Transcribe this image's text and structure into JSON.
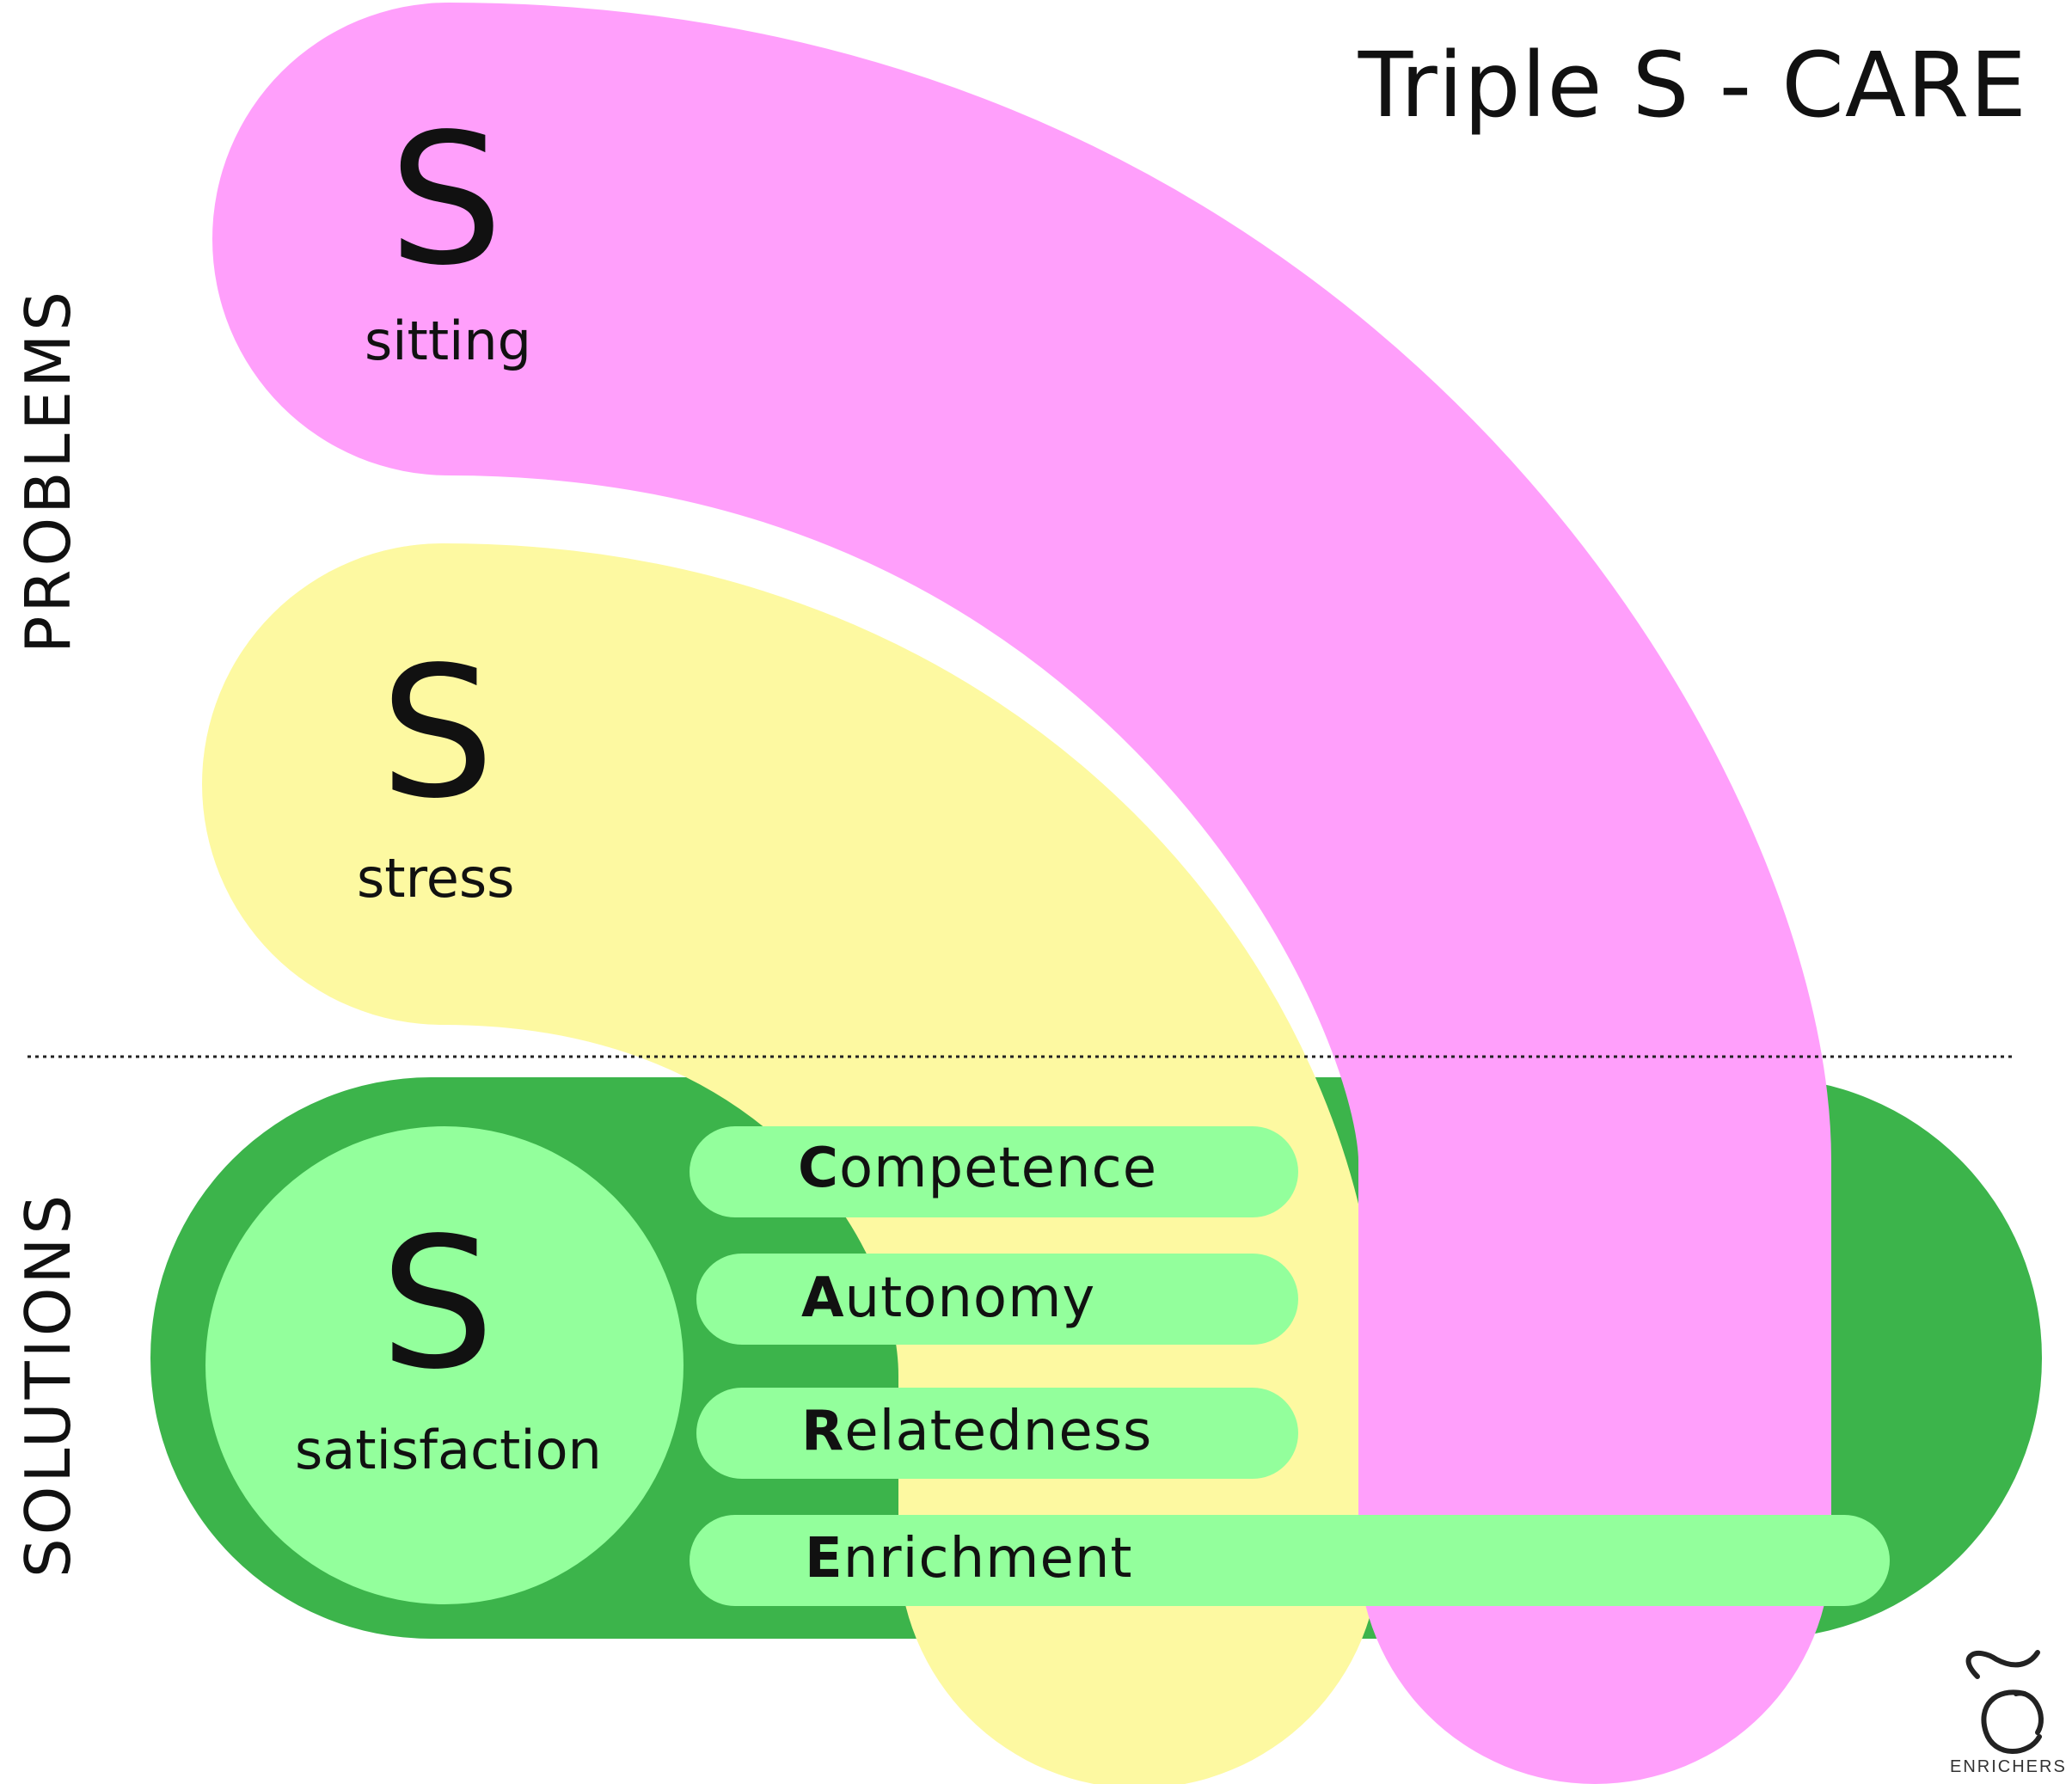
{
  "title": "Triple S - CARE",
  "side_labels": {
    "problems": "PROBLEMS",
    "solutions": "SOLUTIONS"
  },
  "problems": [
    {
      "letter": "S",
      "word": "sitting",
      "color": "#ff9ffb"
    },
    {
      "letter": "S",
      "word": "stress",
      "color": "#fdf9a1"
    }
  ],
  "solution": {
    "letter": "S",
    "word": "satisfaction",
    "color": "#93ff9c",
    "frame_color": "#3cb44b"
  },
  "care": [
    {
      "initial": "C",
      "rest": "ompetence"
    },
    {
      "initial": "A",
      "rest": "utonomy"
    },
    {
      "initial": "R",
      "rest": "elatedness"
    },
    {
      "initial": "E",
      "rest": "nrichment"
    }
  ],
  "brand": {
    "name": "ENRICHERS",
    "logo": "enrichers-e-logo"
  }
}
